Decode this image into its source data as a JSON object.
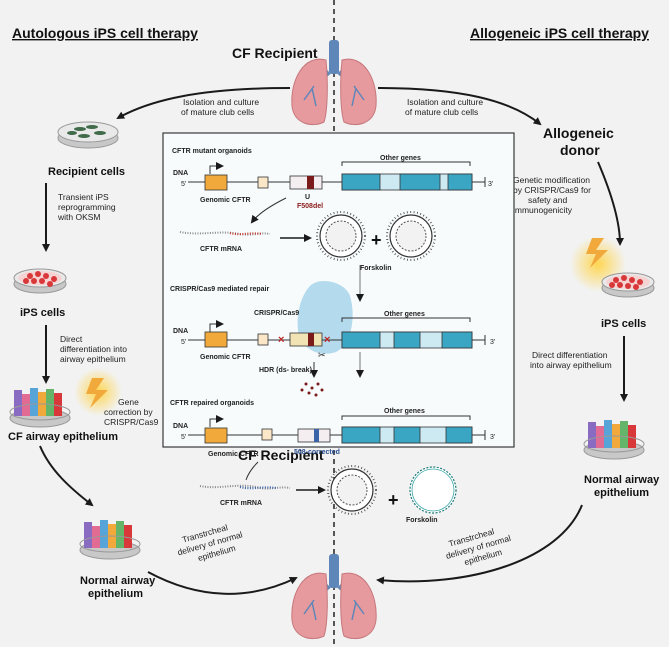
{
  "left_panel": {
    "heading": "Autologous iPS cell therapy",
    "step1": "Isolation and culture",
    "step1b": "of mature club cells",
    "recipient_cells": "Recipient cells",
    "reprog1": "Transient iPS",
    "reprog2": "reprogramming",
    "reprog3": "with OKSM",
    "ips_cells": "iPS cells",
    "diff1": "Direct",
    "diff2": "differentiation into",
    "diff3": "airway epithelium",
    "gene1": "Gene",
    "gene2": "correction by",
    "gene3": "CRISPR/Cas9",
    "cf_airway": "CF airway epithelium",
    "normal1": "Normal airway",
    "normal2": "epithelium",
    "deliv1": "Transtrcheal",
    "deliv2": "delivery of normal",
    "deliv3": "epithelium"
  },
  "right_panel": {
    "heading": "Allogeneic iPS cell therapy",
    "step1": "Isolation and culture",
    "step1b": "of mature club cells",
    "donor1": "Allogeneic",
    "donor2": "donor",
    "gm1": "Genetic modification",
    "gm2": "by CRISPR/Cas9 for",
    "gm3": "safety and",
    "gm4": "immunogenicity",
    "ips_cells": "iPS cells",
    "diff1": "Direct differentiation",
    "diff2": "into airway epithelium",
    "normal1": "Normal airway",
    "normal2": "epithelium",
    "deliv1": "Transtrcheal",
    "deliv2": "delivery of normal",
    "deliv3": "epithelium"
  },
  "top_recipient": "CF Recipient",
  "bottom_recipient": "CF Recipient",
  "center_box": {
    "s1": {
      "title": "CFTR mutant organoids",
      "dna": "DNA",
      "p5": "5'",
      "p3": "3'",
      "other_genes": "Other genes",
      "genomic": "Genomic CFTR",
      "mutation": "F508del",
      "mrna": "CFTR mRNA",
      "plus": "+",
      "forskolin": "Forskolin"
    },
    "s2": {
      "title": "CRISPR/Cas9 mediated repair",
      "cas9": "CRISPR/Cas9",
      "dna": "DNA",
      "p5": "5'",
      "p3": "3'",
      "other_genes": "Other genes",
      "genomic": "Genomic CFTR",
      "hdr": "HDR (ds- break)"
    },
    "s3": {
      "title": "CFTR repaired organoids",
      "dna": "DNA",
      "p5": "5'",
      "p3": "3'",
      "other_genes": "Other genes",
      "genomic": "Genomic CFTR",
      "corrected": "508-corrected",
      "mrna": "CFTR mRNA",
      "plus": "+",
      "forskolin": "Forskolin"
    }
  },
  "colors": {
    "lung": "#e79a9e",
    "trachea": "#5e86b8",
    "exon_orange": "#f2a93b",
    "exon_teal": "#3aa6c4",
    "cell_red": "#d9383a",
    "arrow": "#1a1a1a"
  }
}
